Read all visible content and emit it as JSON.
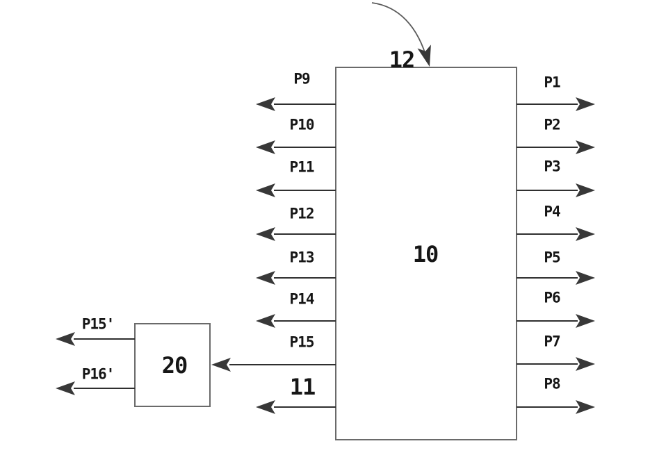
{
  "figure": {
    "blocks": {
      "main": {
        "label": "10"
      },
      "secondary": {
        "label": "20"
      }
    },
    "reference_labels": {
      "top_pointer": "12",
      "left_bus": "11"
    },
    "ports": {
      "right": [
        "P1",
        "P2",
        "P3",
        "P4",
        "P5",
        "P6",
        "P7",
        "P8"
      ],
      "left": [
        "P9",
        "P10",
        "P11",
        "P12",
        "P13",
        "P14",
        "P15"
      ],
      "secondary_out": [
        "P15'",
        "P16'"
      ]
    },
    "colors": {
      "background": "#ffffff",
      "line": "#2f2f2f",
      "box_border": "#6a6a6a",
      "arrowhead": "#383838",
      "text": "#161616"
    }
  }
}
